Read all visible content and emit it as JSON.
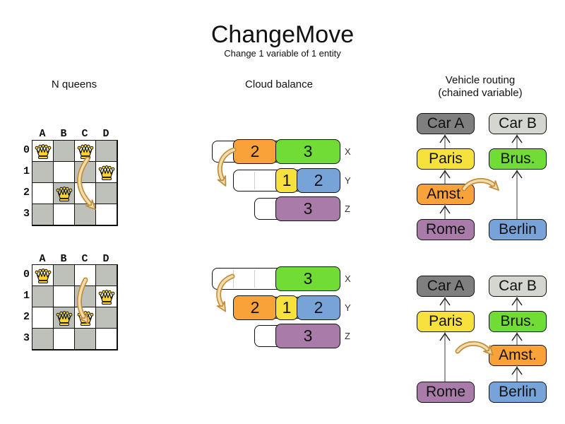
{
  "title": "ChangeMove",
  "subtitle": "Change 1 variable of 1 entity",
  "colors": {
    "orange": "#F9A239",
    "yellow": "#F7E13C",
    "green": "#70DC35",
    "blue": "#78A3D9",
    "purple": "#A87BA9",
    "car_a_gray": "#7F7F7F",
    "car_b_gray": "#D3D7CF",
    "board_gray": "#BDC1BA",
    "queen_gold": "#FFD42A",
    "move_arrow_fill": "#F2DCA8",
    "move_arrow_stroke": "#C08E3E"
  },
  "sections": {
    "nqueens": {
      "label": "N queens",
      "columns": [
        "A",
        "B",
        "C",
        "D"
      ],
      "rows": [
        "0",
        "1",
        "2",
        "3"
      ],
      "boards": [
        {
          "name": "before-move",
          "queens": [
            [
              0,
              0
            ],
            [
              2,
              0
            ],
            [
              3,
              1
            ],
            [
              1,
              2
            ]
          ]
        },
        {
          "name": "after-move",
          "queens": [
            [
              0,
              0
            ],
            [
              3,
              1
            ],
            [
              1,
              2
            ],
            [
              2,
              2
            ]
          ]
        }
      ]
    },
    "cloud": {
      "label": "Cloud balance",
      "states": [
        {
          "name": "before-move",
          "computers": [
            {
              "label": "X",
              "capacity": 6,
              "processes": [
                {
                  "value": "2",
                  "color": "orange"
                },
                {
                  "value": "3",
                  "color": "green"
                }
              ]
            },
            {
              "label": "Y",
              "capacity": 5,
              "processes": [
                {
                  "value": "1",
                  "color": "yellow"
                },
                {
                  "value": "2",
                  "color": "blue"
                }
              ]
            },
            {
              "label": "Z",
              "capacity": 4,
              "processes": [
                {
                  "value": "3",
                  "color": "purple"
                }
              ]
            }
          ]
        },
        {
          "name": "after-move",
          "computers": [
            {
              "label": "X",
              "capacity": 6,
              "processes": [
                {
                  "value": "3",
                  "color": "green"
                }
              ]
            },
            {
              "label": "Y",
              "capacity": 5,
              "processes": [
                {
                  "value": "2",
                  "color": "orange"
                },
                {
                  "value": "1",
                  "color": "yellow"
                },
                {
                  "value": "2",
                  "color": "blue"
                }
              ]
            },
            {
              "label": "Z",
              "capacity": 4,
              "processes": [
                {
                  "value": "3",
                  "color": "purple"
                }
              ]
            }
          ]
        }
      ]
    },
    "vehicle": {
      "label": "Vehicle routing",
      "sublabel": "(chained variable)",
      "states": [
        {
          "name": "before-move",
          "chains": [
            {
              "side": "left",
              "anchor": {
                "label": "Car A",
                "color": "car_a_gray"
              },
              "visits": [
                {
                  "label": "Paris",
                  "color": "yellow",
                  "row": 1
                },
                {
                  "label": "Amst.",
                  "color": "orange",
                  "row": 2
                },
                {
                  "label": "Rome",
                  "color": "purple",
                  "row": 3
                }
              ]
            },
            {
              "side": "right",
              "anchor": {
                "label": "Car B",
                "color": "car_b_gray"
              },
              "visits": [
                {
                  "label": "Brus.",
                  "color": "green",
                  "row": 1
                },
                {
                  "label": "Berlin",
                  "color": "blue",
                  "row": 3
                }
              ]
            }
          ]
        },
        {
          "name": "after-move",
          "chains": [
            {
              "side": "left",
              "anchor": {
                "label": "Car A",
                "color": "car_a_gray"
              },
              "visits": [
                {
                  "label": "Paris",
                  "color": "yellow",
                  "row": 1
                },
                {
                  "label": "Rome",
                  "color": "purple",
                  "row": 3
                }
              ]
            },
            {
              "side": "right",
              "anchor": {
                "label": "Car B",
                "color": "car_b_gray"
              },
              "visits": [
                {
                  "label": "Brus.",
                  "color": "green",
                  "row": 1
                },
                {
                  "label": "Amst.",
                  "color": "orange",
                  "row": 2
                },
                {
                  "label": "Berlin",
                  "color": "blue",
                  "row": 3
                }
              ]
            }
          ]
        }
      ]
    }
  }
}
